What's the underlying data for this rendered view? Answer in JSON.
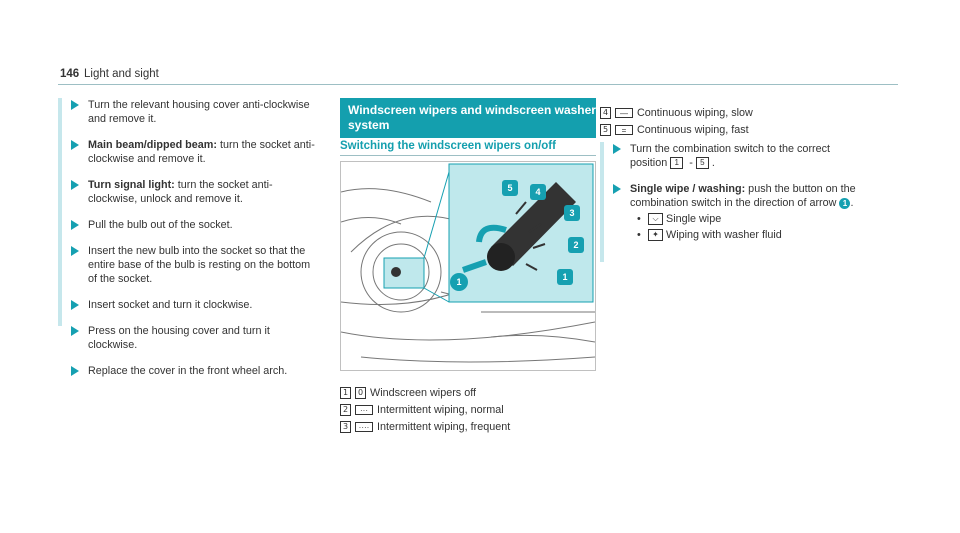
{
  "header": {
    "page_number": "146",
    "section": "Light and sight"
  },
  "left_steps": [
    {
      "bold": "",
      "text": "Turn the relevant housing cover anti-clockwise and remove it."
    },
    {
      "bold": "Main beam/dipped beam:",
      "text": " turn the socket anti-clockwise and remove it."
    },
    {
      "bold": "Turn signal light:",
      "text": " turn the socket anti-clockwise, unlock and remove it."
    },
    {
      "bold": "",
      "text": "Pull the bulb out of the socket."
    },
    {
      "bold": "",
      "text": "Insert the new bulb into the socket so that the entire base of the bulb is resting on the bottom of the socket."
    },
    {
      "bold": "",
      "text": "Insert socket and turn it clockwise."
    },
    {
      "bold": "",
      "text": "Press on the housing cover and turn it clockwise."
    },
    {
      "bold": "",
      "text": "Replace the cover in the front wheel arch."
    }
  ],
  "section": {
    "title": "Windscreen wipers and windscreen washer system",
    "subtitle": "Switching the windscreen wipers on/off"
  },
  "figure": {
    "callouts": [
      "5",
      "4",
      "3",
      "2",
      "1",
      "1"
    ]
  },
  "legend": [
    {
      "num": "1",
      "symbol": "0",
      "text": "Windscreen wipers off"
    },
    {
      "num": "2",
      "symbol": "···",
      "text": "Intermittent wiping, normal"
    },
    {
      "num": "3",
      "symbol": "····",
      "text": "Intermittent wiping, frequent"
    }
  ],
  "positions": [
    {
      "num": "4",
      "symbol": "—",
      "text": "Continuous wiping, slow"
    },
    {
      "num": "5",
      "symbol": "=",
      "text": "Continuous wiping, fast"
    }
  ],
  "right_steps": {
    "step1_pre": "Turn the combination switch to the correct position ",
    "step1_from": "1",
    "step1_sep": " - ",
    "step1_to": "5",
    "step1_end": ".",
    "step2_bold": "Single wipe / washing:",
    "step2_text": " push the button on the combination switch in the direction of arrow ",
    "step2_arrow": "1",
    "step2_end": ".",
    "bullets": [
      "Single wipe",
      "Wiping with washer fluid"
    ]
  },
  "colors": {
    "accent": "#149fae",
    "figure_highlight": "#bfe8ec"
  }
}
